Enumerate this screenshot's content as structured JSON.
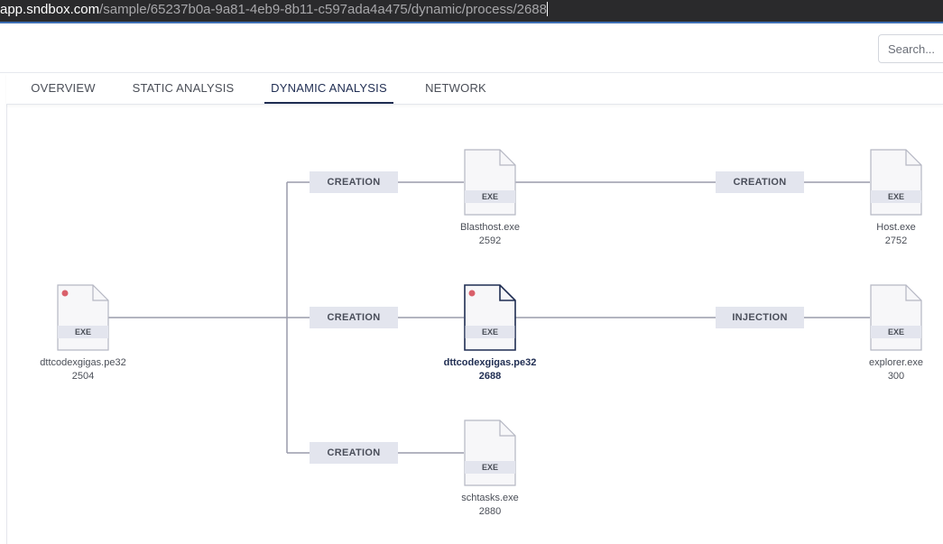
{
  "address_bar": {
    "host": "app.sndbox.com",
    "path": "/sample/65237b0a-9a81-4eb9-8b11-c597ada4a475/dynamic/process/2688"
  },
  "search": {
    "placeholder": "Search..."
  },
  "tabs": [
    {
      "label": "OVERVIEW"
    },
    {
      "label": "STATIC ANALYSIS"
    },
    {
      "label": "DYNAMIC ANALYSIS",
      "active": true
    },
    {
      "label": "NETWORK"
    }
  ],
  "process_tree": {
    "nodes": [
      {
        "name": "dttcodexgigas.pe32",
        "pid": "2504",
        "type": "EXE",
        "flagged": true
      },
      {
        "name": "Blasthost.exe",
        "pid": "2592",
        "type": "EXE"
      },
      {
        "name": "dttcodexgigas.pe32",
        "pid": "2688",
        "type": "EXE",
        "flagged": true,
        "selected": true
      },
      {
        "name": "schtasks.exe",
        "pid": "2880",
        "type": "EXE"
      },
      {
        "name": "Host.exe",
        "pid": "2752",
        "type": "EXE"
      },
      {
        "name": "explorer.exe",
        "pid": "300",
        "type": "EXE"
      }
    ],
    "edges": [
      {
        "label": "CREATION"
      },
      {
        "label": "CREATION"
      },
      {
        "label": "CREATION"
      },
      {
        "label": "CREATION"
      },
      {
        "label": "INJECTION"
      }
    ]
  },
  "colors": {
    "accent": "#1f2d52",
    "flag_dot": "#d9606b",
    "edge_label_bg": "#e3e5ee",
    "line": "#9a9cab"
  }
}
